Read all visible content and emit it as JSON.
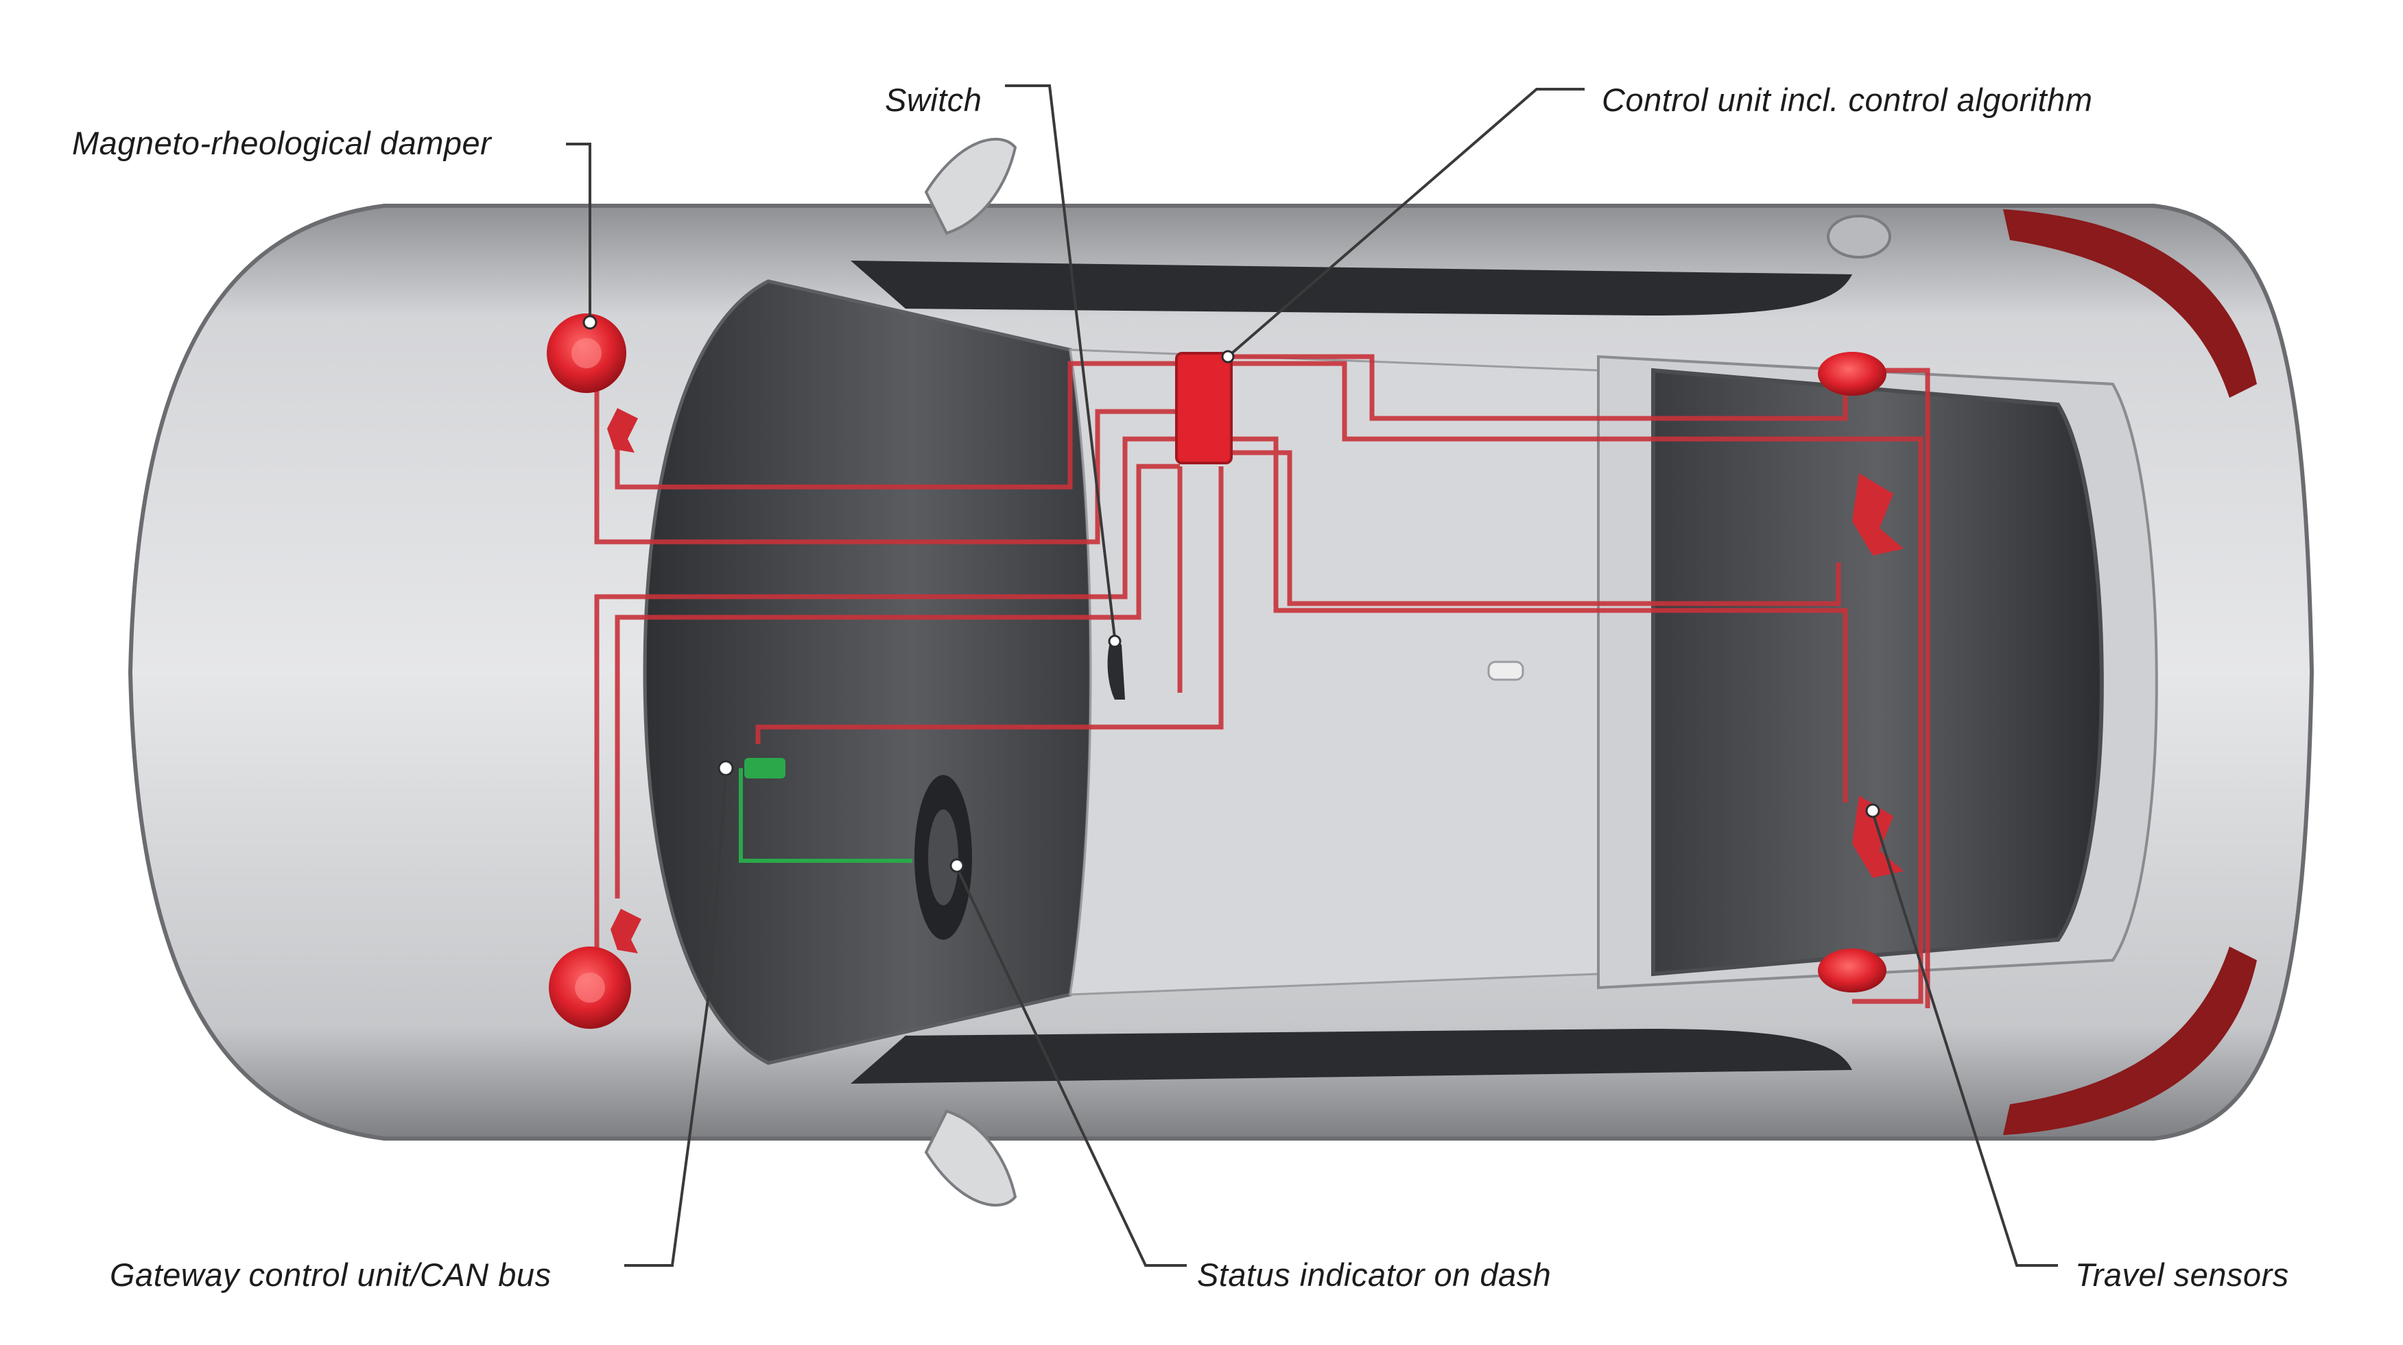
{
  "callouts": {
    "magneto_damper": "Magneto-rheological damper",
    "switch": "Switch",
    "control_unit": "Control unit incl. control algorithm",
    "gateway": "Gateway control unit/CAN bus",
    "status_indicator": "Status indicator on dash",
    "travel_sensors": "Travel sensors"
  },
  "colors": {
    "wiring": "#c8323a",
    "component": "#e0232d",
    "can_bus": "#2aa84a",
    "body": "#c9cacd",
    "glass": "#4a4c50",
    "leader": "#3a3a3a"
  },
  "icons": {
    "damper": "circle-damper-icon",
    "sensor": "travel-sensor-icon",
    "ecu": "control-unit-box-icon"
  }
}
